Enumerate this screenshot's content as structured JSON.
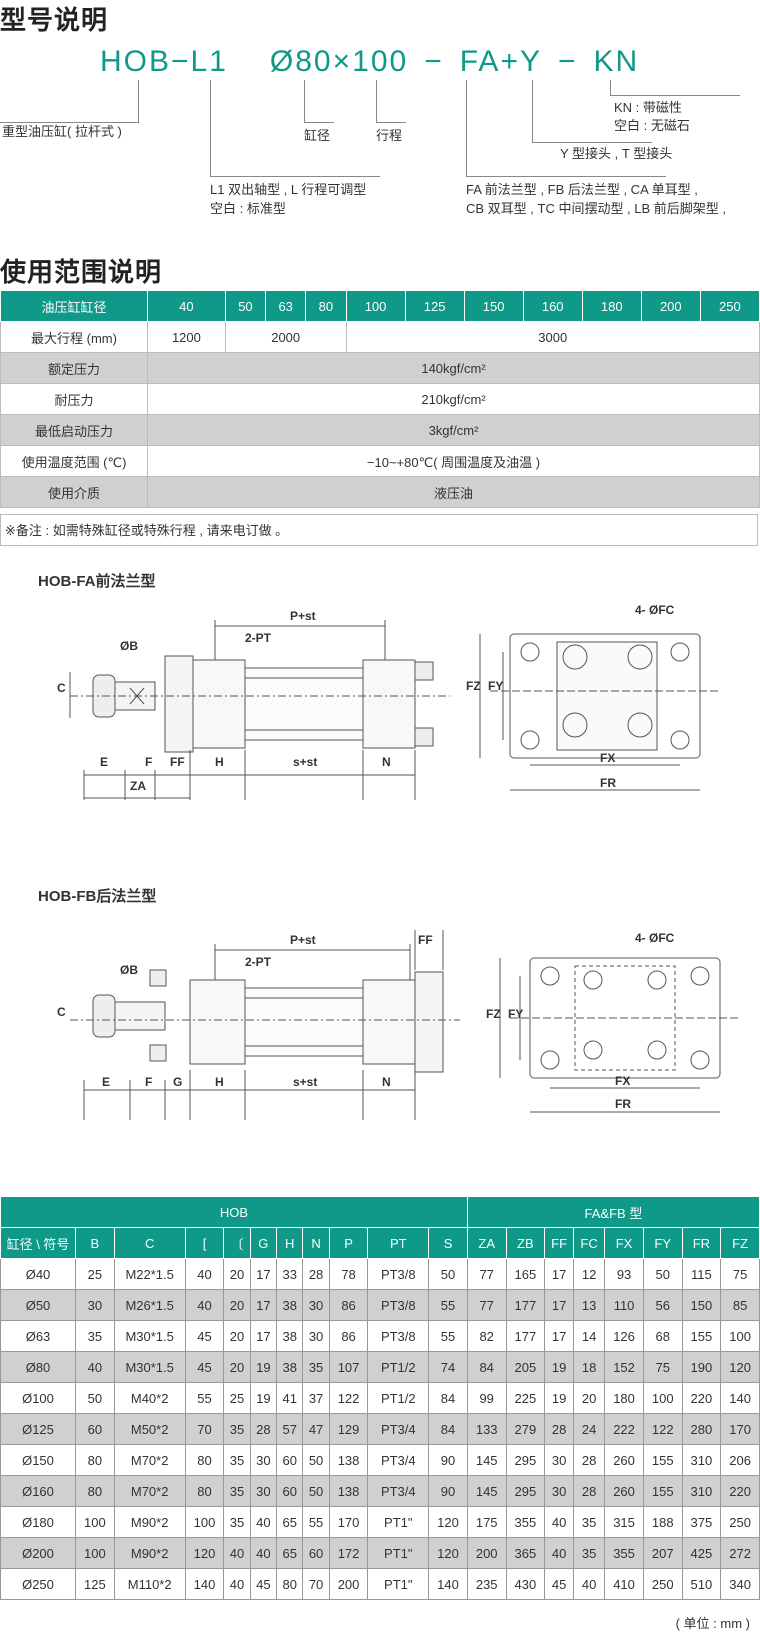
{
  "section1": {
    "title": "型号说明",
    "model_parts": [
      "HOB−L1",
      "Ø80",
      "×",
      "100",
      "−",
      "FA",
      "+",
      "Y",
      "−",
      "KN"
    ],
    "labels": {
      "heavy": "重型油压缸( 拉杆式 )",
      "bore": "缸径",
      "stroke": "行程",
      "l1": "L1 双出轴型 , L 行程可调型",
      "l1_blank": "空白 : 标准型",
      "fa": "FA 前法兰型 , FB 后法兰型 , CA 单耳型 ,",
      "cb": "CB 双耳型 , TC 中间摆动型 , LB 前后脚架型 ,",
      "y": "Y 型接头 , T 型接头",
      "kn": "KN : 带磁性",
      "kn_blank": "空白 : 无磁石"
    }
  },
  "section2": {
    "title": "使用范围说明",
    "header": [
      "油压缸缸径",
      "40",
      "50",
      "63",
      "80",
      "100",
      "125",
      "150",
      "160",
      "180",
      "200",
      "250"
    ],
    "rows": [
      {
        "label": "最大行程 (mm)",
        "v1": "1200",
        "v2": "2000",
        "v3": "3000"
      },
      {
        "label": "额定压力",
        "value": "140kgf/cm²"
      },
      {
        "label": "耐压力",
        "value": "210kgf/cm²"
      },
      {
        "label": "最低启动压力",
        "value": "3kgf/cm²"
      },
      {
        "label": "使用温度范围 (℃)",
        "value": "−10~+80℃( 周围温度及油温 )"
      },
      {
        "label": "使用介质",
        "value": "液压油"
      }
    ],
    "note": "※备注 : 如需特殊缸径或特殊行程 , 请来电订做 。"
  },
  "diagrams": {
    "fa_title": "HOB-FA前法兰型",
    "fb_title": "HOB-FB后法兰型",
    "labels": {
      "pst": "P+st",
      "pt": "2-PT",
      "b": "ØB",
      "c": "C",
      "e": "E",
      "f": "F",
      "ff": "FF",
      "g": "G",
      "h": "H",
      "sst": "s+st",
      "n": "N",
      "za": "ZA",
      "fc": "4- ØFC",
      "fz": "FZ",
      "fy": "FY",
      "fx": "FX",
      "fr": "FR"
    }
  },
  "dims_table": {
    "group_hob": "HOB",
    "group_fafb": "FA&FB 型",
    "columns": [
      "缸径 \\ 符号",
      "B",
      "C",
      "[",
      "〔",
      "G",
      "H",
      "N",
      "P",
      "PT",
      "S",
      "ZA",
      "ZB",
      "FF",
      "FC",
      "FX",
      "FY",
      "FR",
      "FZ"
    ],
    "rows": [
      [
        "Ø40",
        "25",
        "M22*1.5",
        "40",
        "20",
        "17",
        "33",
        "28",
        "78",
        "PT3/8",
        "50",
        "77",
        "165",
        "17",
        "12",
        "93",
        "50",
        "115",
        "75"
      ],
      [
        "Ø50",
        "30",
        "M26*1.5",
        "40",
        "20",
        "17",
        "38",
        "30",
        "86",
        "PT3/8",
        "55",
        "77",
        "177",
        "17",
        "13",
        "110",
        "56",
        "150",
        "85"
      ],
      [
        "Ø63",
        "35",
        "M30*1.5",
        "45",
        "20",
        "17",
        "38",
        "30",
        "86",
        "PT3/8",
        "55",
        "82",
        "177",
        "17",
        "14",
        "126",
        "68",
        "155",
        "100"
      ],
      [
        "Ø80",
        "40",
        "M30*1.5",
        "45",
        "20",
        "19",
        "38",
        "35",
        "107",
        "PT1/2",
        "74",
        "84",
        "205",
        "19",
        "18",
        "152",
        "75",
        "190",
        "120"
      ],
      [
        "Ø100",
        "50",
        "M40*2",
        "55",
        "25",
        "19",
        "41",
        "37",
        "122",
        "PT1/2",
        "84",
        "99",
        "225",
        "19",
        "20",
        "180",
        "100",
        "220",
        "140"
      ],
      [
        "Ø125",
        "60",
        "M50*2",
        "70",
        "35",
        "28",
        "57",
        "47",
        "129",
        "PT3/4",
        "84",
        "133",
        "279",
        "28",
        "24",
        "222",
        "122",
        "280",
        "170"
      ],
      [
        "Ø150",
        "80",
        "M70*2",
        "80",
        "35",
        "30",
        "60",
        "50",
        "138",
        "PT3/4",
        "90",
        "145",
        "295",
        "30",
        "28",
        "260",
        "155",
        "310",
        "206"
      ],
      [
        "Ø160",
        "80",
        "M70*2",
        "80",
        "35",
        "30",
        "60",
        "50",
        "138",
        "PT3/4",
        "90",
        "145",
        "295",
        "30",
        "28",
        "260",
        "155",
        "310",
        "220"
      ],
      [
        "Ø180",
        "100",
        "M90*2",
        "100",
        "35",
        "40",
        "65",
        "55",
        "170",
        "PT1\"",
        "120",
        "175",
        "355",
        "40",
        "35",
        "315",
        "188",
        "375",
        "250"
      ],
      [
        "Ø200",
        "100",
        "M90*2",
        "120",
        "40",
        "40",
        "65",
        "60",
        "172",
        "PT1\"",
        "120",
        "200",
        "365",
        "40",
        "35",
        "355",
        "207",
        "425",
        "272"
      ],
      [
        "Ø250",
        "125",
        "M110*2",
        "140",
        "40",
        "45",
        "80",
        "70",
        "200",
        "PT1\"",
        "140",
        "235",
        "430",
        "45",
        "40",
        "410",
        "250",
        "510",
        "340"
      ]
    ],
    "unit": "( 单位 : mm )"
  }
}
